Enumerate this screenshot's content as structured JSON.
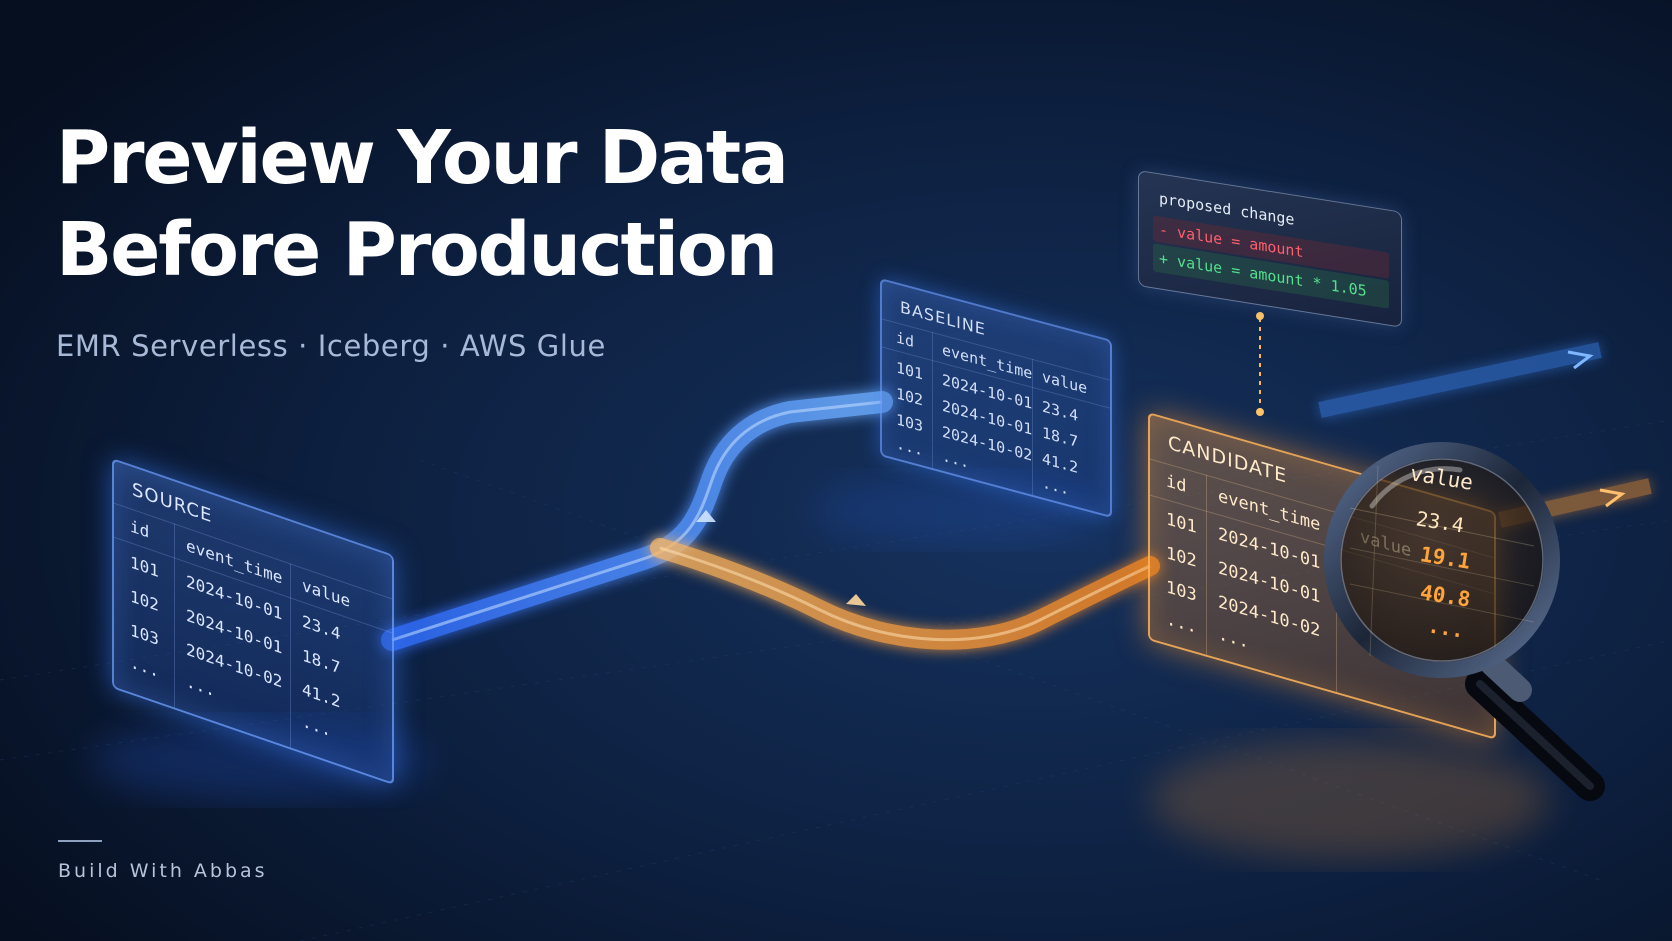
{
  "hero": {
    "title_line1": "Preview Your Data",
    "title_line2": "Before Production",
    "subtitle": "EMR Serverless · Iceberg · AWS Glue"
  },
  "footer": {
    "brand": "Build With Abbas"
  },
  "source_table": {
    "title": "SOURCE",
    "columns": [
      "id",
      "event_time",
      "value"
    ],
    "rows": [
      [
        "101",
        "2024-10-01",
        "23.4"
      ],
      [
        "102",
        "2024-10-01",
        "18.7"
      ],
      [
        "103",
        "2024-10-02",
        "41.2"
      ],
      [
        "...",
        "...",
        "..."
      ]
    ]
  },
  "baseline_table": {
    "title": "BASELINE",
    "columns": [
      "id",
      "event_time",
      "value"
    ],
    "rows": [
      [
        "101",
        "2024-10-01",
        "23.4"
      ],
      [
        "102",
        "2024-10-01",
        "18.7"
      ],
      [
        "103",
        "2024-10-02",
        "41.2"
      ],
      [
        "...",
        "...",
        "..."
      ]
    ]
  },
  "candidate_table": {
    "title": "CANDIDATE",
    "columns": [
      "id",
      "event_time",
      "value"
    ],
    "rows": [
      [
        "101",
        "2024-10-01",
        "23.4"
      ],
      [
        "102",
        "2024-10-01",
        "19.1"
      ],
      [
        "103",
        "2024-10-02",
        "40.8"
      ],
      [
        "...",
        "...",
        "..."
      ]
    ]
  },
  "proposed_change": {
    "title": "proposed change",
    "removed": "- value = amount",
    "added": "+ value = amount * 1.05"
  },
  "colors": {
    "background": "#081426",
    "blue_flow": "#3f8cff",
    "orange_flow": "#ff9a2e",
    "diff_removed": "#ff5f6d",
    "diff_added": "#54e08d",
    "changed_value": "#ffa43a"
  },
  "icons": {
    "magnifier": "magnifying-glass-icon",
    "flow_arrow": "arrow-right-icon"
  }
}
